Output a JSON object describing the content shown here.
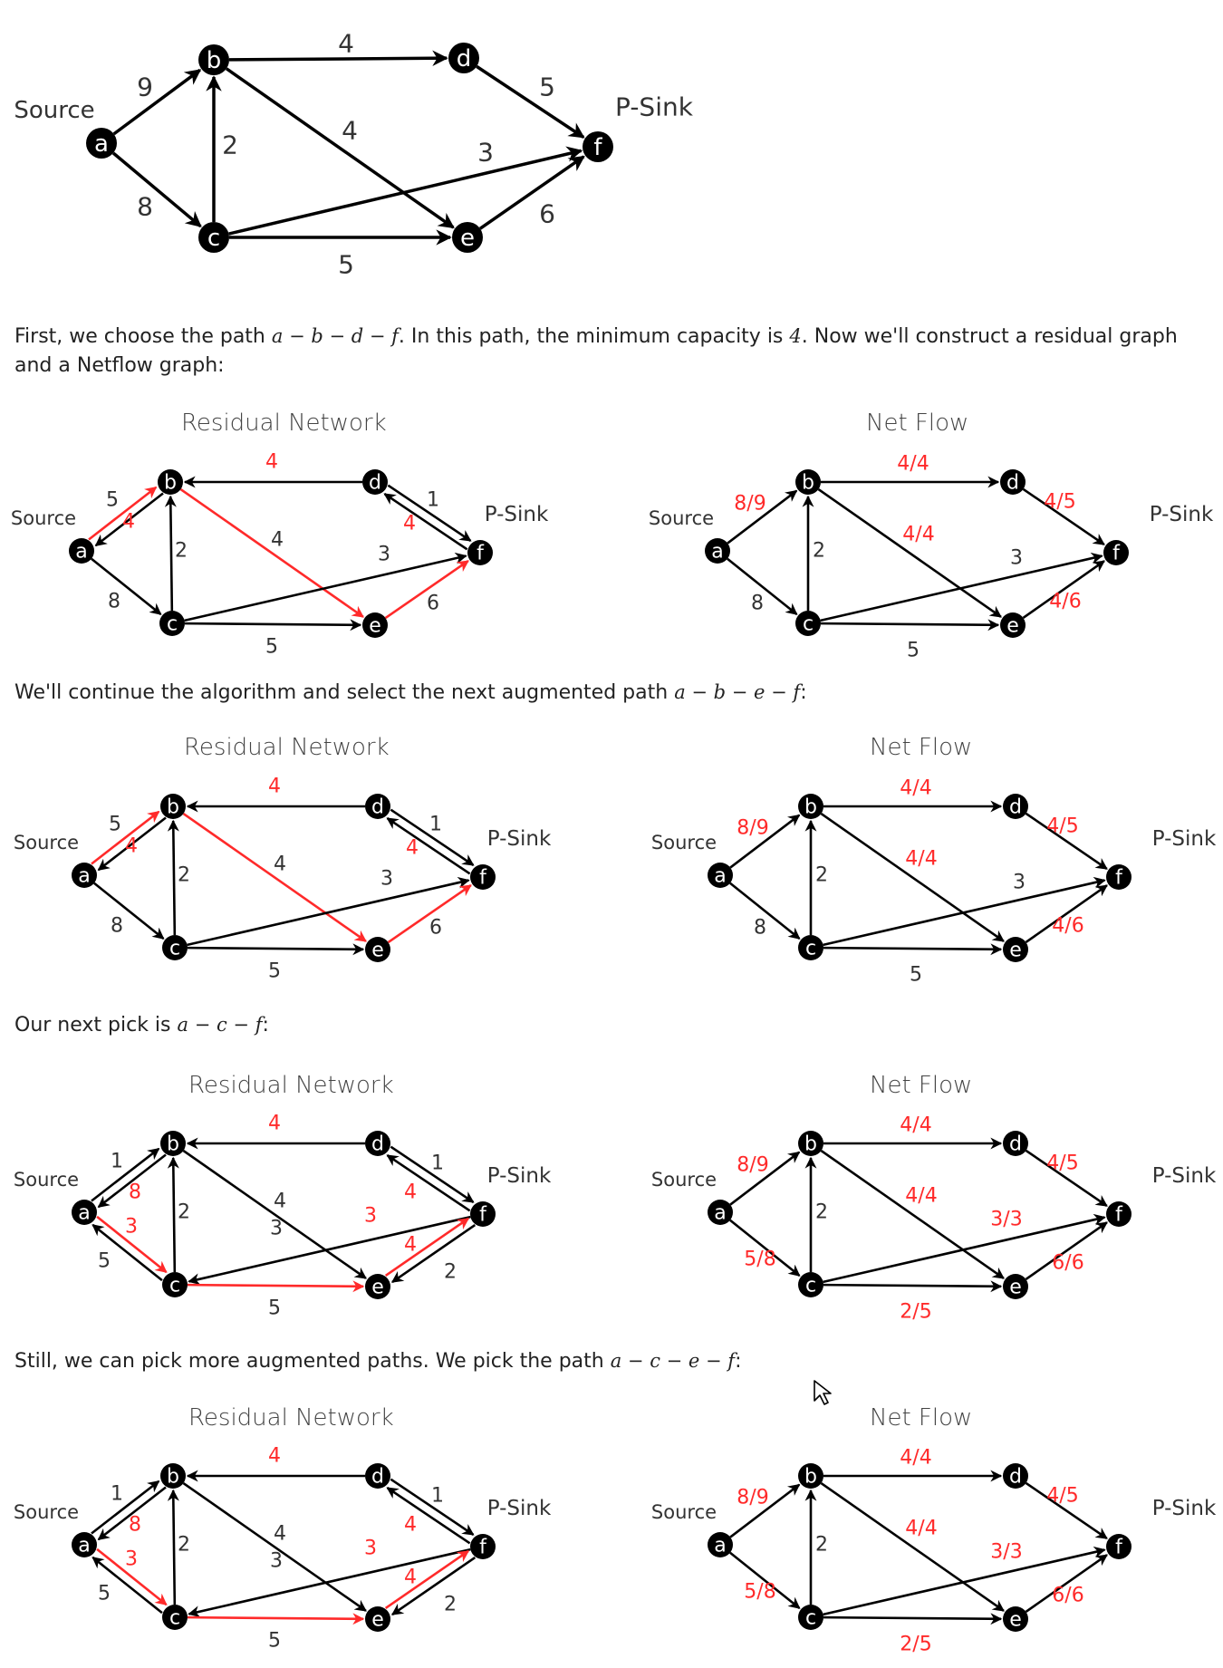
{
  "labels": {
    "source": "Source",
    "sink": "P-Sink",
    "residual": "Residual Network",
    "netflow": "Net Flow"
  },
  "nodes": [
    {
      "id": "a",
      "label": "a"
    },
    {
      "id": "b",
      "label": "b"
    },
    {
      "id": "c",
      "label": "c"
    },
    {
      "id": "d",
      "label": "d"
    },
    {
      "id": "e",
      "label": "e"
    },
    {
      "id": "f",
      "label": "f"
    }
  ],
  "paragraphs": [
    {
      "pre": "First, we choose the path ",
      "math": "a − b − d − f",
      "post": ". In this path, the minimum capacity is ",
      "math2": "4",
      "post2": ". Now we'll construct a residual graph"
    },
    {
      "pre": "and a Netflow graph:"
    },
    {
      "pre": "We'll continue the algorithm and select the next augmented path ",
      "math": "a − b − e − f",
      "post": ":"
    },
    {
      "pre": "Our next pick is ",
      "math": "a − c − f",
      "post": ":"
    },
    {
      "pre": "Still, we can pick more augmented paths. We pick the path ",
      "math": "a − c − e − f",
      "post": ":"
    }
  ],
  "graph_main": {
    "edges": [
      {
        "from": "a",
        "to": "b",
        "label": "9"
      },
      {
        "from": "a",
        "to": "c",
        "label": "8"
      },
      {
        "from": "c",
        "to": "b",
        "label": "2"
      },
      {
        "from": "b",
        "to": "d",
        "label": "4"
      },
      {
        "from": "b",
        "to": "e",
        "label": "4"
      },
      {
        "from": "c",
        "to": "f",
        "label": "3"
      },
      {
        "from": "c",
        "to": "e",
        "label": "5"
      },
      {
        "from": "d",
        "to": "f",
        "label": "5"
      },
      {
        "from": "e",
        "to": "f",
        "label": "6"
      }
    ]
  },
  "residual_graphs": [
    {
      "edge_labels": {
        "ab_f": "5",
        "ab_b": "4",
        "ac": "8",
        "cb": "2",
        "bd": "4",
        "be": "4",
        "cf": "3",
        "ce": "5",
        "df_f": "1",
        "df_b": "4",
        "ef": "6"
      }
    },
    {
      "edge_labels": {
        "ab_f": "5",
        "ab_b": "4",
        "ac": "8",
        "cb": "2",
        "bd": "4",
        "be": "4",
        "cf": "3",
        "ce": "5",
        "df_f": "1",
        "df_b": "4",
        "ef": "6"
      }
    },
    {
      "edge_labels": {
        "ab_f": "1",
        "ab_b": "8",
        "ac_b": "3",
        "ac_f": "5",
        "cb": "2",
        "bd": "4",
        "be": "4",
        "cf": "3",
        "ce": "5",
        "df_f": "1",
        "df_b": "4",
        "ef_b": "4",
        "ef_f": "2"
      }
    },
    {
      "edge_labels": {
        "ab_f": "1",
        "ab_b": "8",
        "ac_b": "3",
        "ac_f": "5",
        "cb": "2",
        "bd": "4",
        "be": "4",
        "cf": "3",
        "ce": "5",
        "df_f": "1",
        "df_b": "4",
        "ef_b": "4",
        "ef_f": "2"
      }
    }
  ],
  "netflow_graphs": [
    {
      "edge_labels": {
        "ab": "8/9",
        "ac": "8",
        "cb": "2",
        "bd": "4/4",
        "be": "4/4",
        "cf": "3",
        "ce": "5",
        "df": "4/5",
        "ef": "4/6"
      }
    },
    {
      "edge_labels": {
        "ab": "8/9",
        "ac": "8",
        "cb": "2",
        "bd": "4/4",
        "be": "4/4",
        "cf": "3",
        "ce": "5",
        "df": "4/5",
        "ef": "4/6"
      }
    },
    {
      "edge_labels": {
        "ab": "8/9",
        "ac": "5/8",
        "cb": "2",
        "bd": "4/4",
        "be": "4/4",
        "cf": "3/3",
        "ce": "2/5",
        "df": "4/5",
        "ef": "6/6"
      }
    },
    {
      "edge_labels": {
        "ab": "8/9",
        "ac": "5/8",
        "cb": "2",
        "bd": "4/4",
        "be": "4/4",
        "cf": "3/3",
        "ce": "2/5",
        "df": "4/5",
        "ef": "6/6"
      }
    }
  ],
  "colors": {
    "node": "#000000",
    "edge": "#000000",
    "highlight": "#ff2a2a",
    "label": "#333333"
  }
}
